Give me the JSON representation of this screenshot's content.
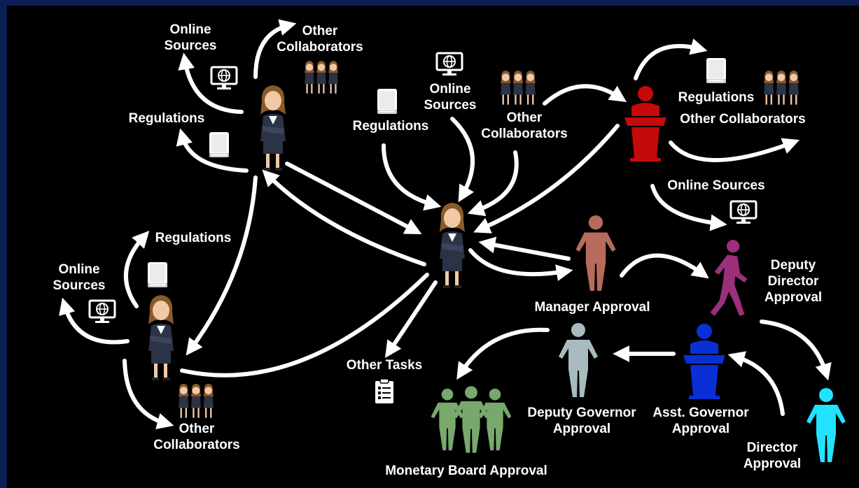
{
  "colors": {
    "frame": "#0b1f54",
    "background": "#000000",
    "arrow": "#ffffff",
    "text": "#ffffff",
    "podium_red": "#c40a0a",
    "manager": "#b66b5c",
    "deputy_director": "#9b2f7a",
    "deputy_governor": "#a8bcc0",
    "asst_governor": "#0a2fd6",
    "director": "#22e3ff",
    "monetary_board": "#78a86c"
  },
  "icons": [
    "globe-monitor-icon",
    "book-icon",
    "team-icon",
    "clipboard-icon",
    "woman-avatar-icon",
    "podium-person-icon",
    "person-icon",
    "walking-person-icon"
  ],
  "top_left": {
    "online_sources": [
      "Online",
      "Sources"
    ],
    "other_collaborators": [
      "Other",
      "Collaborators"
    ],
    "regulations": "Regulations"
  },
  "center": {
    "regulations": "Regulations",
    "online_sources": [
      "Online",
      "Sources"
    ],
    "other_collaborators": [
      "Other",
      "Collaborators"
    ],
    "other_tasks": "Other Tasks"
  },
  "top_right": {
    "regulations": "Regulations",
    "other_collaborators": "Other Collaborators",
    "online_sources": "Online Sources"
  },
  "bottom_left": {
    "regulations": "Regulations",
    "online_sources": [
      "Online",
      "Sources"
    ],
    "other_collaborators": [
      "Other",
      "Collaborators"
    ]
  },
  "approvals": {
    "manager": "Manager Approval",
    "deputy_director": [
      "Deputy",
      "Director",
      "Approval"
    ],
    "deputy_governor": [
      "Deputy Governor",
      "Approval"
    ],
    "asst_governor": [
      "Asst. Governor",
      "Approval"
    ],
    "director": [
      "Director",
      "Approval"
    ],
    "monetary_board": "Monetary Board Approval"
  }
}
